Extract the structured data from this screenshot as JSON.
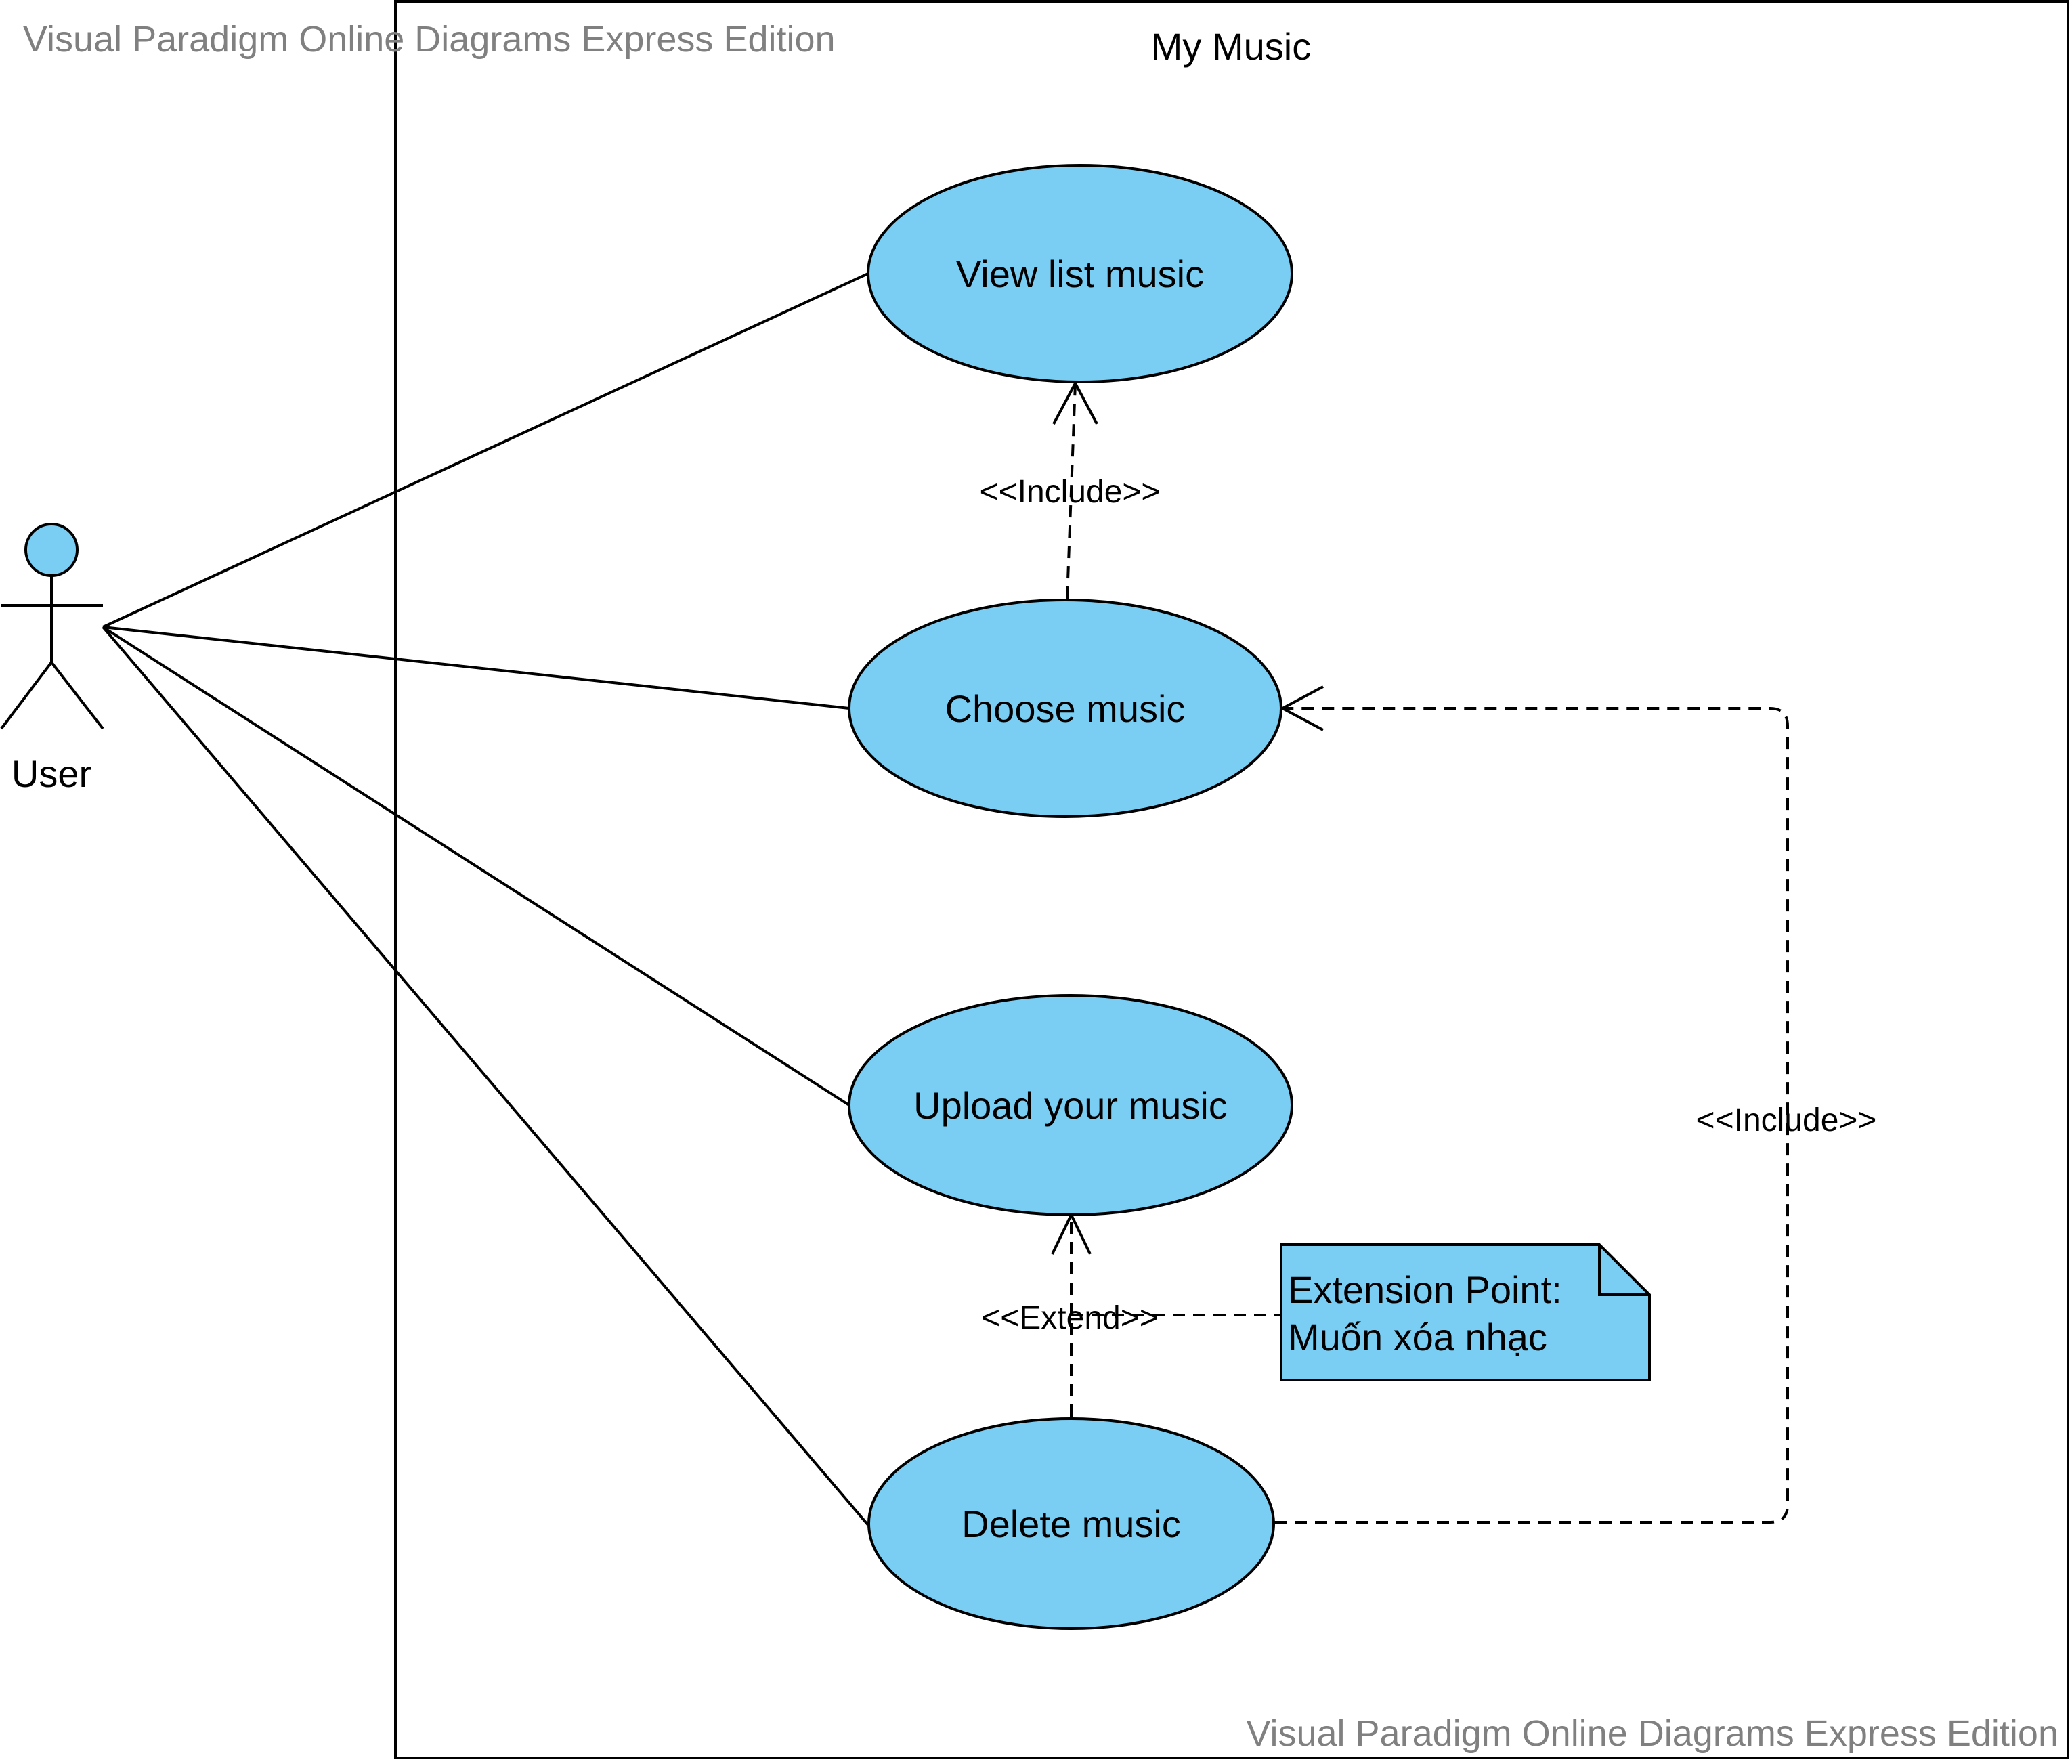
{
  "watermark": {
    "top": "Visual Paradigm Online Diagrams Express Edition",
    "bottom": "Visual Paradigm Online Diagrams Express Edition"
  },
  "system": {
    "title": "My Music"
  },
  "actor": {
    "name": "User"
  },
  "use_cases": {
    "view": "View list music",
    "choose": "Choose music",
    "upload": "Upload your music",
    "delete": "Delete music"
  },
  "relations": {
    "include_view": "<<Include>>",
    "include_choose": "<<Include>>",
    "extend_upload": "<<Extend>>"
  },
  "note": {
    "line1": "Extension Point:",
    "line2": "Muốn xóa nhạc"
  },
  "colors": {
    "fill": "#7ACEF3",
    "stroke": "#000000",
    "watermark": "#808080"
  }
}
